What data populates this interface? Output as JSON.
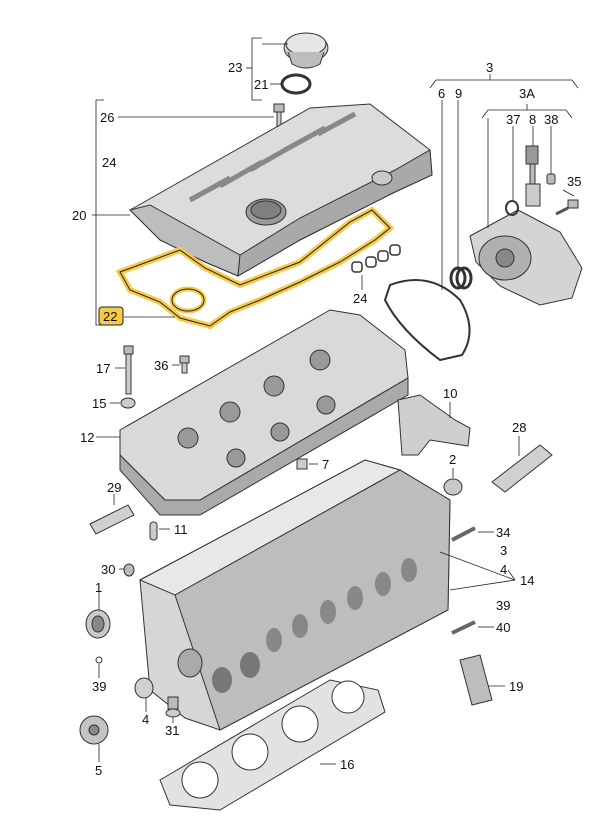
{
  "labels": {
    "l1": "1",
    "l2": "2",
    "l3a": "3",
    "l3b": "3",
    "l3A": "3A",
    "l4a": "4",
    "l4b": "4",
    "l5": "5",
    "l6": "6",
    "l7": "7",
    "l8": "8",
    "l9": "9",
    "l10": "10",
    "l11": "11",
    "l12": "12",
    "l14": "14",
    "l15": "15",
    "l16": "16",
    "l17": "17",
    "l19": "19",
    "l20": "20",
    "l21": "21",
    "l22": "22",
    "l23": "23",
    "l24a": "24",
    "l24b": "24",
    "l26": "26",
    "l28": "28",
    "l29": "29",
    "l30": "30",
    "l31": "31",
    "l34": "34",
    "l35": "35",
    "l36": "36",
    "l37": "37",
    "l38": "38",
    "l39a": "39",
    "l39b": "39",
    "l40": "40"
  },
  "highlight_color": "#f7c948"
}
